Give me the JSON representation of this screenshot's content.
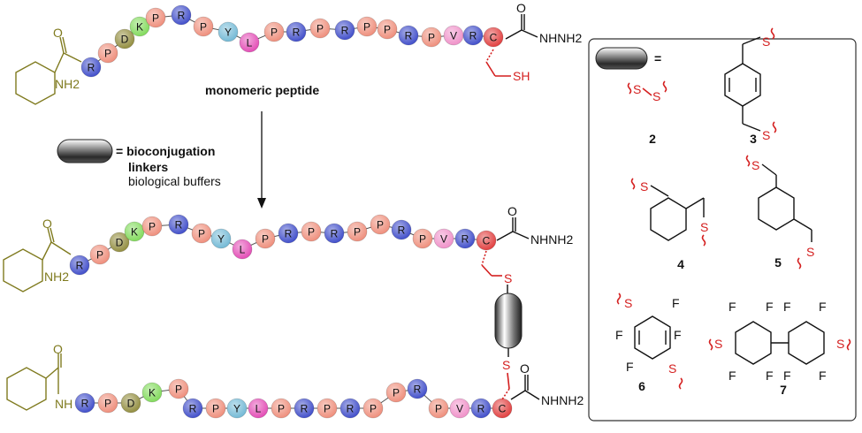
{
  "chains": {
    "top": {
      "residues": [
        "R",
        "P",
        "D",
        "K",
        "P",
        "R",
        "P",
        "Y",
        "L",
        "P",
        "R",
        "P",
        "R",
        "P",
        "P",
        "R",
        "P",
        "V",
        "R",
        "C"
      ],
      "c_terminus": "NHNH2",
      "n_terminus": "NH2",
      "side_chain": "SH"
    },
    "middle": {
      "residues": [
        "R",
        "P",
        "D",
        "K",
        "P",
        "R",
        "P",
        "Y",
        "L",
        "P",
        "R",
        "P",
        "R",
        "P",
        "P",
        "R",
        "P",
        "V",
        "R",
        "C"
      ],
      "c_terminus": "NHNH2",
      "n_terminus": "NH2",
      "linker_atom": "S"
    },
    "bottom": {
      "residues": [
        "R",
        "P",
        "D",
        "K",
        "P",
        "R",
        "P",
        "Y",
        "L",
        "P",
        "R",
        "P",
        "R",
        "P",
        "P",
        "R",
        "P",
        "V",
        "R",
        "C"
      ],
      "c_terminus": "NHNH2",
      "n_terminus": "NH",
      "linker_atom": "S"
    }
  },
  "labels": {
    "monomeric": "monomeric peptide",
    "legend_equals": "= bioconjugation",
    "legend_linkers": "linkers",
    "legend_buffers": "biological buffers",
    "panel_equals": "="
  },
  "linkers": {
    "numbers": [
      "2",
      "3",
      "4",
      "5",
      "6",
      "7"
    ],
    "atom_S": "S",
    "atom_F": "F"
  },
  "colors": {
    "R": "#3b49c8",
    "P": "#ee8b78",
    "D": "#8f8a3a",
    "K": "#7ed957",
    "Y": "#6fb7d4",
    "L": "#e247b3",
    "V": "#ef8ec7",
    "C": "#e03a3a",
    "olive": "#7f7a1e",
    "red": "#d41f1f"
  }
}
